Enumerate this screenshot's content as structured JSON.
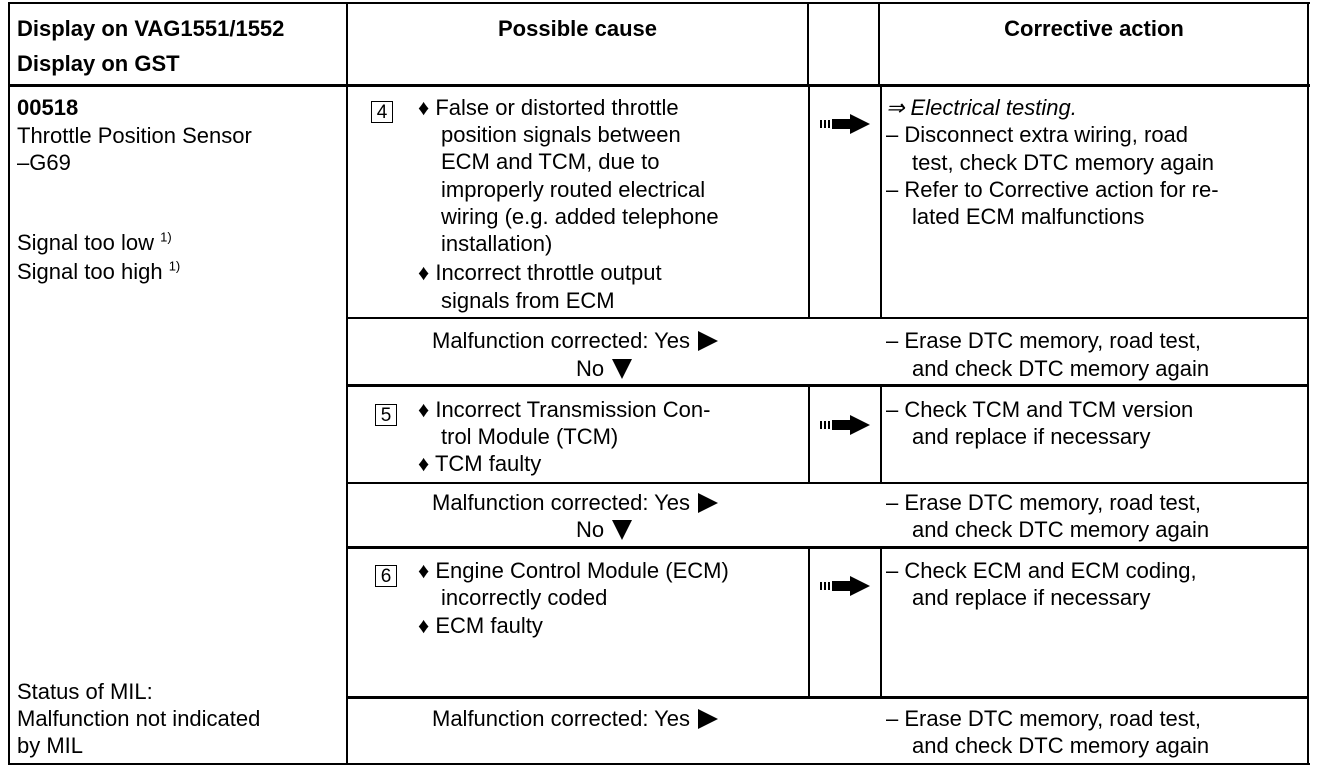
{
  "header": {
    "col1_line1": "Display on VAG1551/1552",
    "col1_line2": "Display on GST",
    "col2": "Possible cause",
    "col3": "Corrective action"
  },
  "left": {
    "code": "00518",
    "name_line1": "Throttle Position Sensor",
    "name_line2": "–G69",
    "signal_low": "Signal too low",
    "signal_high": "Signal too high",
    "footnote": "1)",
    "mil_line1": "Status of MIL:",
    "mil_line2": "Malfunction not indicated",
    "mil_line3": "by MIL"
  },
  "steps": [
    {
      "number": "4",
      "cause_lines": [
        "♦ False or distorted throttle",
        "position signals between",
        "ECM and TCM, due to",
        "improperly routed electrical",
        "wiring (e.g. added telephone",
        "installation)",
        "♦ Incorrect throttle output",
        "signals from ECM"
      ],
      "action_lines": [
        "⇒ Electrical testing.",
        "– Disconnect extra wiring, road",
        "test, check DTC memory again",
        "– Refer to Corrective action for re-",
        "lated ECM malfunctions"
      ]
    },
    {
      "number": "5",
      "cause_lines": [
        "♦ Incorrect Transmission Con-",
        "trol Module (TCM)",
        "♦ TCM faulty"
      ],
      "action_lines": [
        "– Check TCM and TCM version",
        "and replace if  necessary"
      ]
    },
    {
      "number": "6",
      "cause_lines": [
        "♦ Engine Control Module (ECM)",
        "incorrectly coded",
        "♦ ECM faulty"
      ],
      "action_lines": [
        "– Check ECM and ECM coding,",
        "and replace if necessary"
      ]
    }
  ],
  "corrected": {
    "label": "Malfunction corrected:  Yes",
    "no": "No",
    "action_line1": "– Erase DTC memory, road test,",
    "action_line2": "and check DTC memory again"
  }
}
